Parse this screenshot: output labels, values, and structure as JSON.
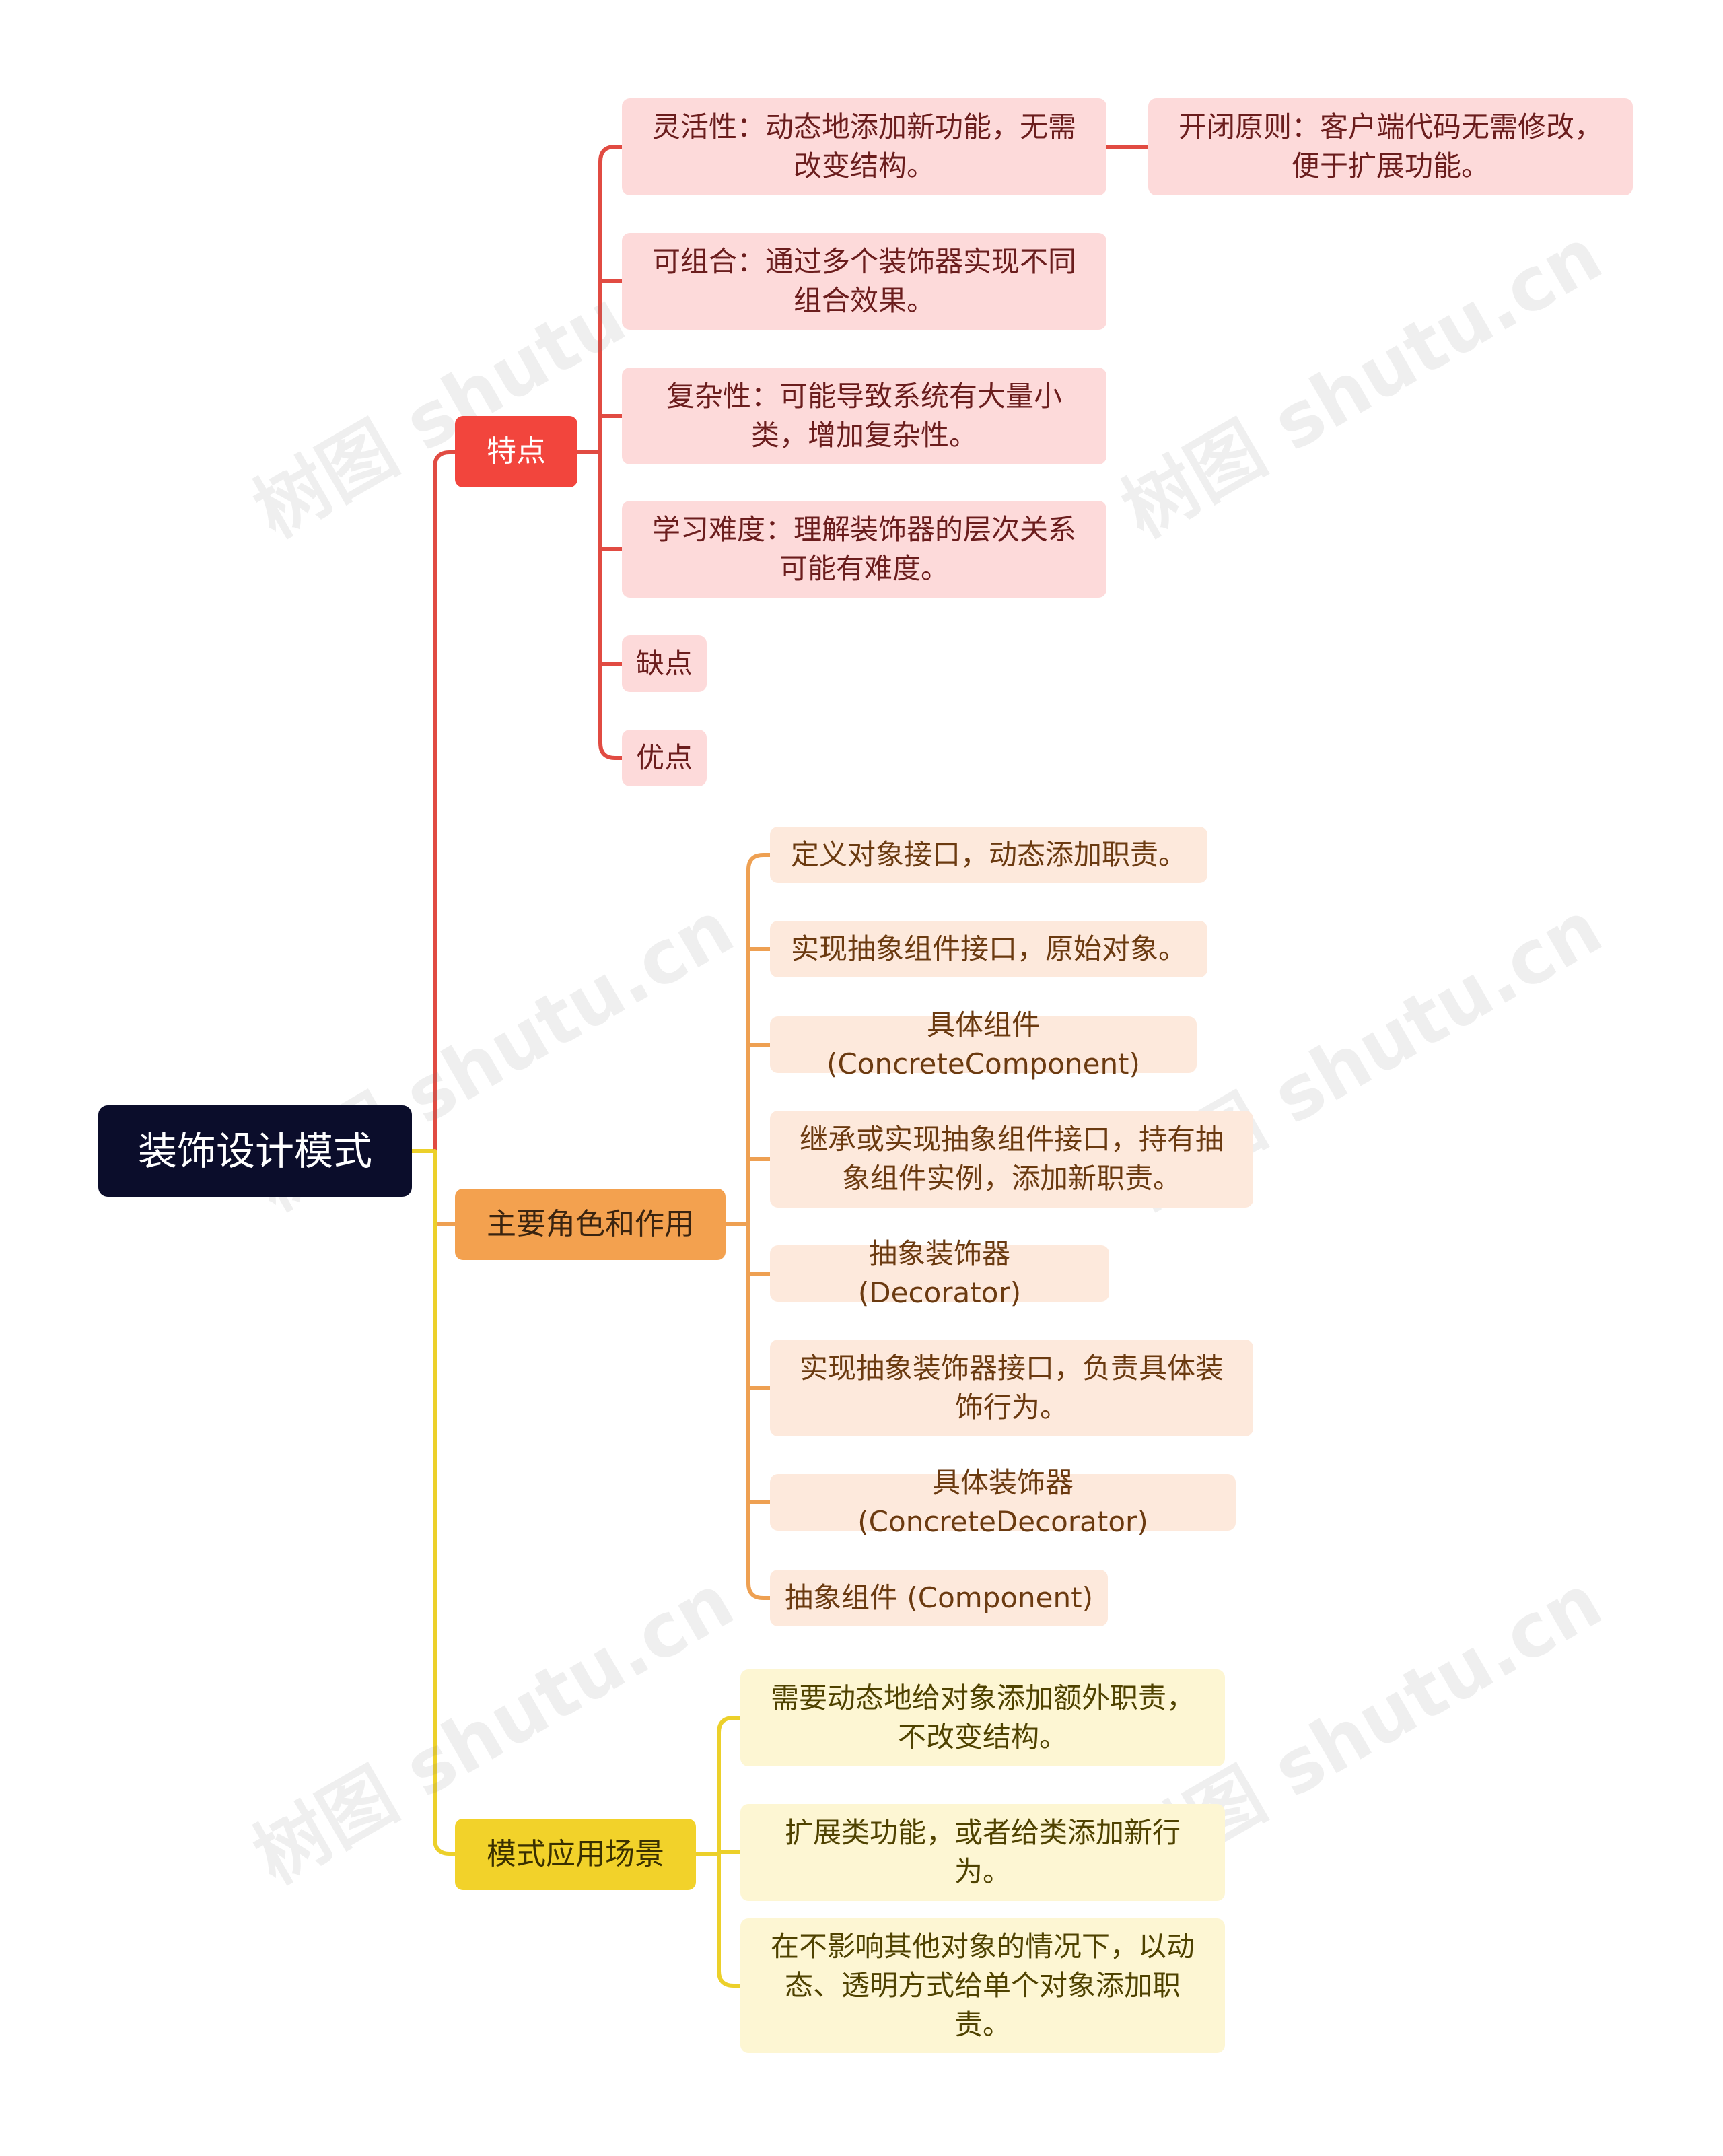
{
  "root": {
    "label": "装饰设计模式"
  },
  "branches": {
    "features": {
      "label": "特点",
      "items": [
        "灵活性：动态地添加新功能，无需改变结构。",
        "可组合：通过多个装饰器实现不同组合效果。",
        "复杂性：可能导致系统有大量小类，增加复杂性。",
        "学习难度：理解装饰器的层次关系可能有难度。",
        "缺点",
        "优点"
      ],
      "sub": "开闭原则：客户端代码无需修改，便于扩展功能。"
    },
    "roles": {
      "label": "主要角色和作用",
      "items": [
        "定义对象接口，动态添加职责。",
        "实现抽象组件接口，原始对象。",
        "具体组件 (ConcreteComponent)",
        "继承或实现抽象组件接口，持有抽象组件实例，添加新职责。",
        "抽象装饰器 (Decorator)",
        "实现抽象装饰器接口，负责具体装饰行为。",
        "具体装饰器 (ConcreteDecorator)",
        "抽象组件 (Component)"
      ]
    },
    "scenarios": {
      "label": "模式应用场景",
      "items": [
        "需要动态地给对象添加额外职责，不改变结构。",
        "扩展类功能，或者给类添加新行为。",
        "在不影响其他对象的情况下，以动态、透明方式给单个对象添加职责。"
      ]
    }
  },
  "watermark": "树图 shutu.cn",
  "colors": {
    "red": "#e14b42",
    "orange": "#eea052",
    "yellow": "#ecd02a",
    "root": "#0b0d2b"
  }
}
